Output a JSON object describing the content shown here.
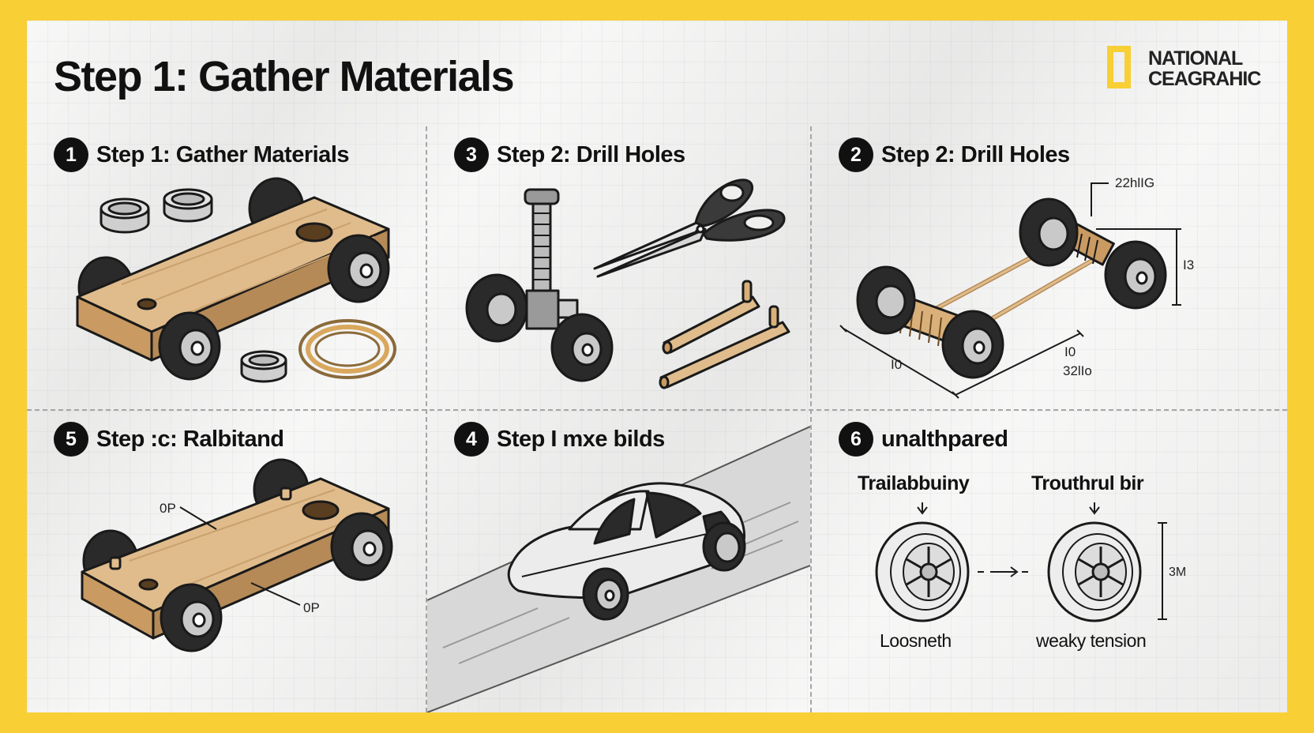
{
  "main_title": "Step 1: Gather Materials",
  "logo": {
    "line1": "NATIONAL",
    "line2": "CEAGRAHIC",
    "accent": "#f8cf34"
  },
  "panels": [
    {
      "num": "1",
      "title": "Step 1: Gather Materials"
    },
    {
      "num": "3",
      "title": "Step 2: Drill Holes"
    },
    {
      "num": "2",
      "title": "Step 2: Drill Holes",
      "labels": [
        "22hlIG",
        "I3",
        "I0",
        "I0",
        "32lIo"
      ]
    },
    {
      "num": "5",
      "title": "Step :c: Ralbitand",
      "labels": [
        "0P",
        "0P"
      ]
    },
    {
      "num": "4",
      "title": "Step I mxe bilds"
    },
    {
      "num": "6",
      "title": "unalthpared",
      "wheels": [
        {
          "top": "Trailabbuiny",
          "bottom": "Loosneth"
        },
        {
          "top": "Trouthrul bir",
          "bottom": "weaky tension",
          "dim": "3M"
        }
      ]
    }
  ],
  "colors": {
    "wood": "#e0bc8c",
    "wood_dark": "#b58a57",
    "tire": "#2a2a2a",
    "hub": "#c9c9c9",
    "background": "#f8cf34"
  },
  "icons": [
    "bottle-cap-icon",
    "rubber-band-icon",
    "scissors-icon",
    "screw-icon",
    "dowel-icon",
    "car-icon",
    "wheel-icon",
    "arrow-right-icon"
  ]
}
